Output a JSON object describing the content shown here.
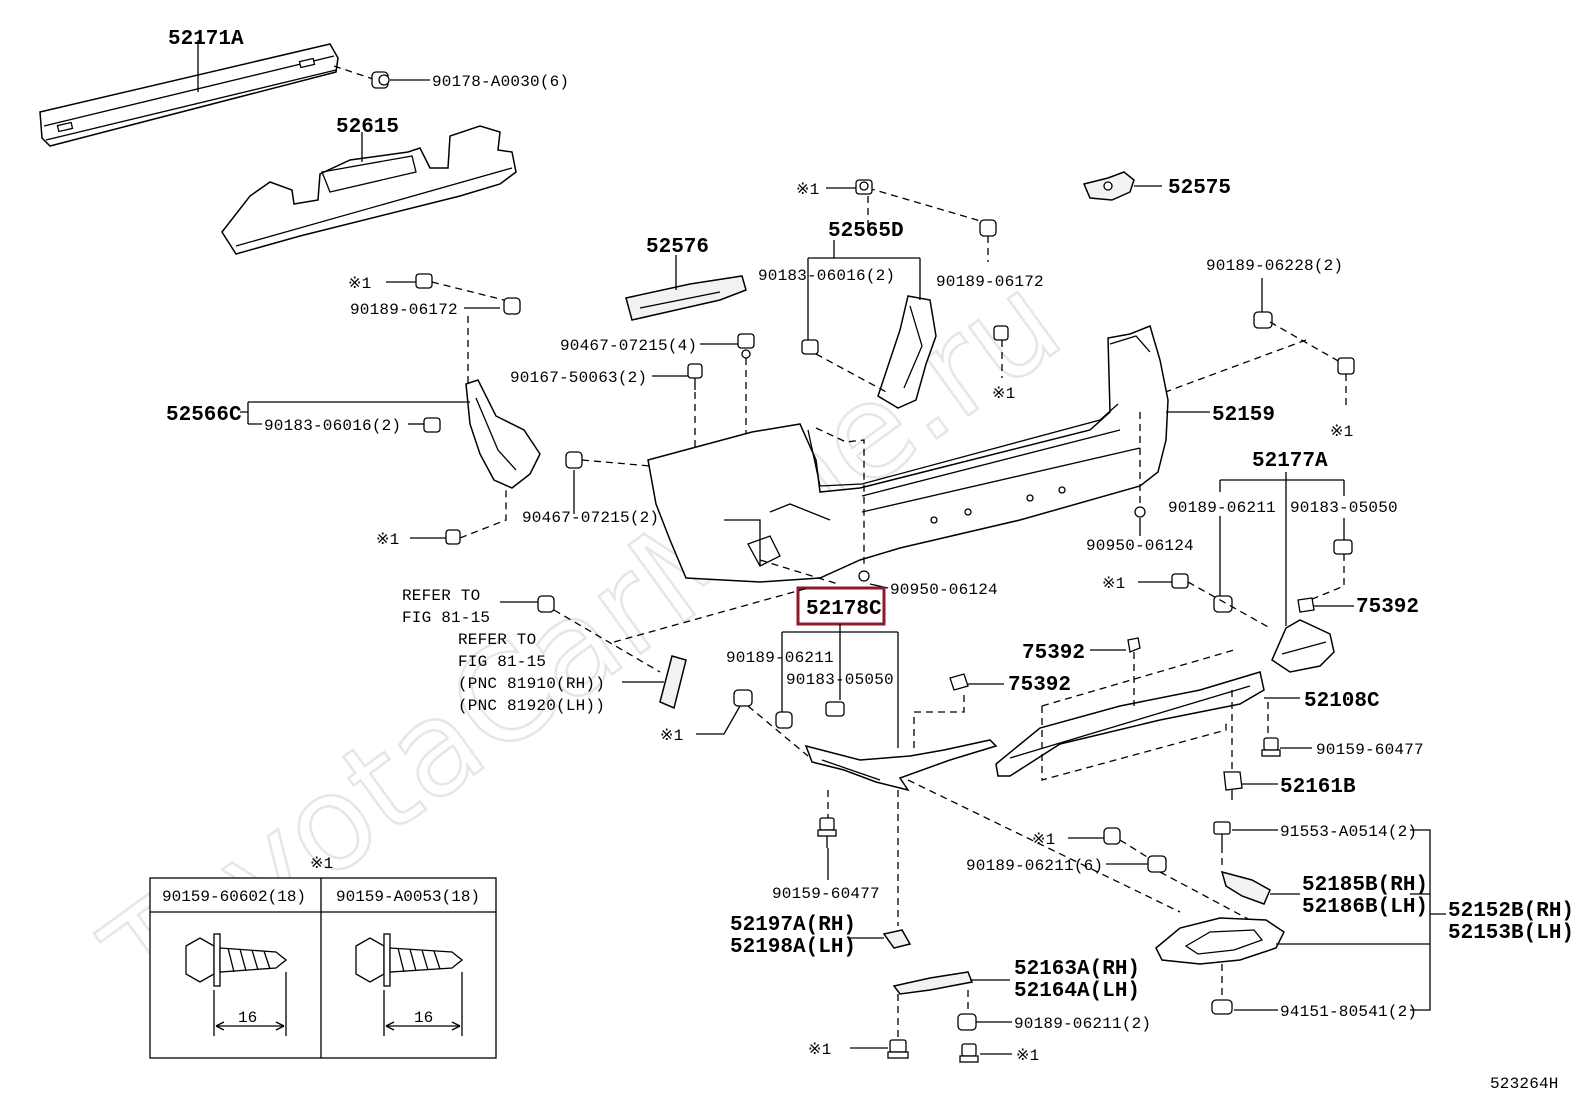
{
  "watermark": "ToyotaCarMine.ru",
  "figure_code": "523264H",
  "highlighted_part": "52178C",
  "parts": {
    "p52171A": "52171A",
    "p90178_A0030": "90178-A0030(6)",
    "p52615": "52615",
    "p52575": "52575",
    "p52576": "52576",
    "p52565D": "52565D",
    "p90183_06016_top": "90183-06016(2)",
    "p90189_06172_top": "90189-06172",
    "p90189_06228": "90189-06228(2)",
    "p90189_06172_left": "90189-06172",
    "p90467_07215_4": "90467-07215(4)",
    "p90167_50063": "90167-50063(2)",
    "p52566C": "52566C",
    "p90183_06016_left": "90183-06016(2)",
    "p52159": "52159",
    "p52177A": "52177A",
    "p90467_07215_2": "90467-07215(2)",
    "p90189_06211_r": "90189-06211",
    "p90183_05050_r": "90183-05050",
    "p90950_06124_r": "90950-06124",
    "p90950_06124_c": "90950-06124",
    "p52178C": "52178C",
    "p75392_a": "75392",
    "p75392_b": "75392",
    "p75392_c": "75392",
    "p52108C": "52108C",
    "p90189_06211_c": "90189-06211",
    "p90183_05050_c": "90183-05050",
    "p90159_60477_r": "90159-60477",
    "p52161B": "52161B",
    "p91553_A0514": "91553-A0514(2)",
    "p90189_06211_6": "90189-06211(6)",
    "p52185B": "52185B(RH)",
    "p52186B": "52186B(LH)",
    "p52152B": "52152B(RH)",
    "p52153B": "52153B(LH)",
    "p90159_60477_c": "90159-60477",
    "p52197A": "52197A(RH)",
    "p52198A": "52198A(LH)",
    "p52163A": "52163A(RH)",
    "p52164A": "52164A(LH)",
    "p90189_06211_2": "90189-06211(2)",
    "p94151_80541": "94151-80541(2)"
  },
  "refs": {
    "refer1_line1": "REFER TO",
    "refer1_line2": "FIG 81-15",
    "refer2_line1": "REFER TO",
    "refer2_line2": "FIG 81-15",
    "refer2_line3": "(PNC 81910(RH))",
    "refer2_line4": "(PNC 81920(LH))"
  },
  "markers": {
    "star1": "※1"
  },
  "table": {
    "header_mark": "※1",
    "col1": "90159-60602(18)",
    "col2": "90159-A0053(18)",
    "dim1": "16",
    "dim2": "16"
  }
}
